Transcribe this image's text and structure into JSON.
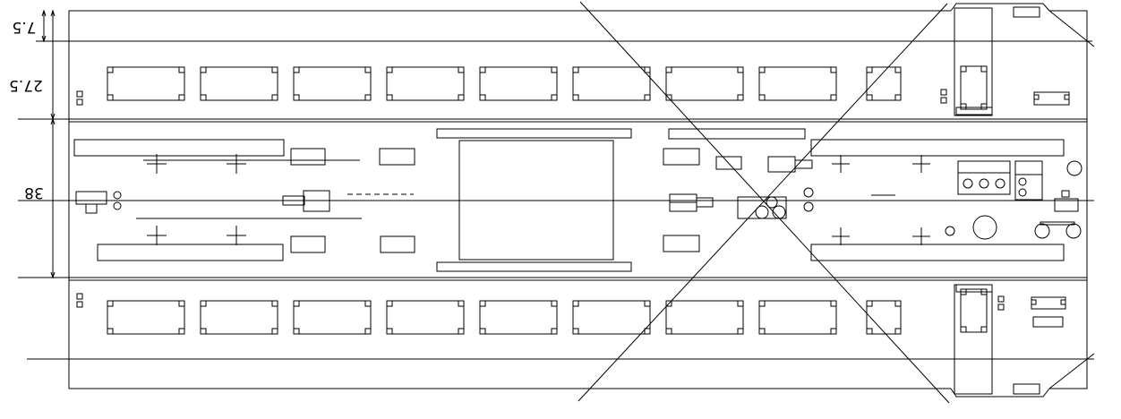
{
  "drawing": {
    "line_color": "#000000",
    "background": "#ffffff",
    "dimensions": [
      {
        "id": "dim-7-5",
        "label": "7.5"
      },
      {
        "id": "dim-27-5",
        "label": "27.5"
      },
      {
        "id": "dim-38",
        "label": "38"
      }
    ]
  }
}
